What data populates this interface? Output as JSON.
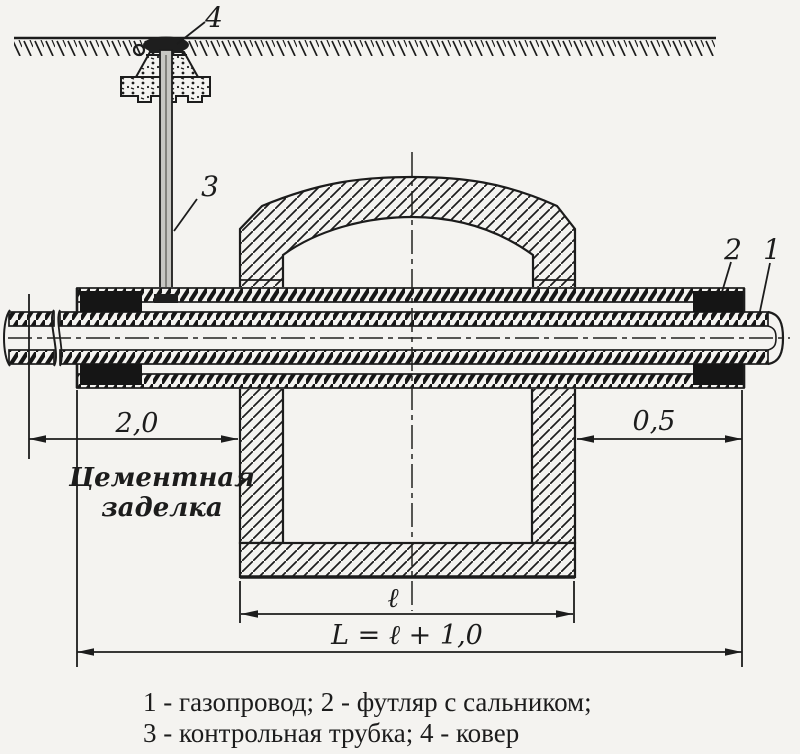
{
  "figure": {
    "callouts": {
      "c1": "1",
      "c2": "2",
      "c3": "3",
      "c4": "4"
    },
    "dimensions": {
      "cement_zone": "2,0",
      "casing_overhang": "0,5",
      "collector_width": "ℓ",
      "casing_length": "L = ℓ + 1,0"
    },
    "notes": {
      "cement_line1": "Цементная",
      "cement_line2": "заделка"
    }
  },
  "legend": {
    "line1": "1 - газопровод; 2 - футляр с сальником;",
    "line2": "3 - контрольная трубка; 4 - ковер"
  },
  "colors": {
    "paper": "#f4f3f0",
    "ink": "#1c1c1c",
    "tube_fill": "#c6c6c2",
    "gland_fill": "#151515"
  }
}
